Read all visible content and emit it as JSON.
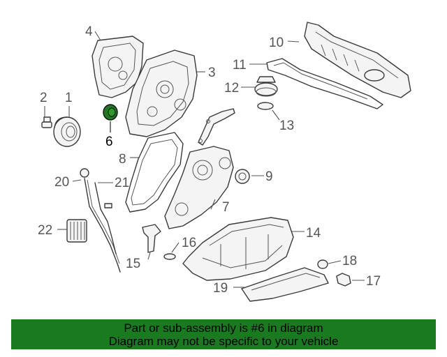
{
  "diagram": {
    "callouts": [
      "1",
      "2",
      "3",
      "4",
      "6",
      "7",
      "8",
      "9",
      "10",
      "11",
      "12",
      "13",
      "14",
      "15",
      "16",
      "17",
      "18",
      "19",
      "20",
      "21",
      "22"
    ],
    "highlighted_part": "6",
    "highlight_color": "#1f7a1f",
    "part_icons": [
      "crankshaft-seal",
      "bolt",
      "timing-cover",
      "cover-gasket",
      "camshaft-seal",
      "front-cover",
      "timing-gasket",
      "cover-plug",
      "valve-cover",
      "valve-cover-gasket",
      "oil-filler-cap",
      "cap-seal",
      "oil-pan",
      "oil-level-sensor",
      "sensor-gasket",
      "drain-plug",
      "drain-plug-gasket",
      "oil-pan-baffle",
      "dipstick",
      "dipstick-tube",
      "oil-filter"
    ]
  },
  "banner": {
    "line1": "Part or sub-assembly is #6 in diagram",
    "line2": "Diagram may not be specific to your vehicle",
    "background": "#197a1f"
  }
}
